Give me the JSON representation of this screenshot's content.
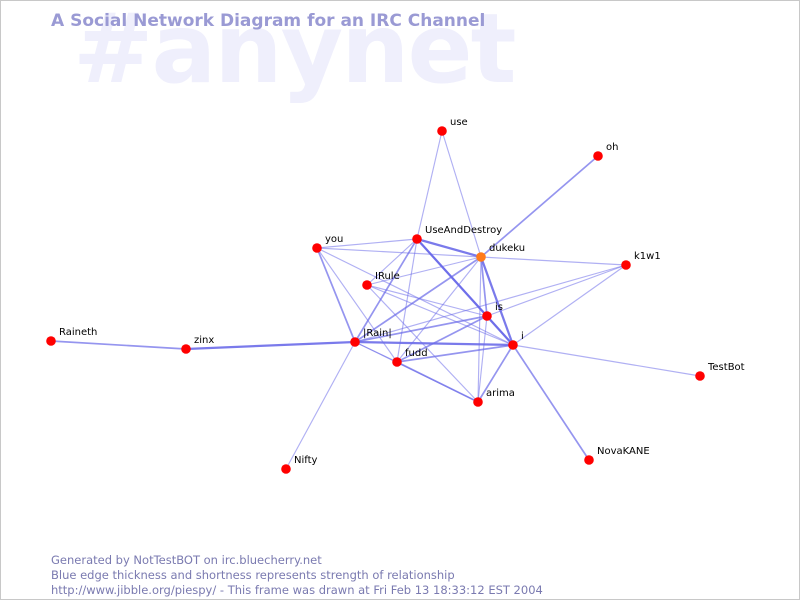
{
  "watermark": "#anynet",
  "title": "A Social Network Diagram for an IRC Channel",
  "footer": {
    "line1": "Generated by NotTestBOT on irc.bluecherry.net",
    "line2": "Blue edge thickness and shortness represents strength of relationship",
    "line3": "http://www.jibble.org/piespy/ - This frame was drawn at Fri Feb 13 18:33:12 EST 2004"
  },
  "colors": {
    "node": "#ff0000",
    "node_active": "#ff7a1a",
    "edge": "#6a6ae8",
    "title": "#9a9ad4",
    "watermark": "#efeffc",
    "footer": "#7a7ab0"
  },
  "nodes": [
    {
      "id": "use",
      "label": "use"
    },
    {
      "id": "oh",
      "label": "oh"
    },
    {
      "id": "useanddestroy",
      "label": "UseAndDestroy"
    },
    {
      "id": "dukeku",
      "label": "dukeku",
      "active": true
    },
    {
      "id": "you",
      "label": "you"
    },
    {
      "id": "k1w1",
      "label": "k1w1"
    },
    {
      "id": "irule",
      "label": "IRule"
    },
    {
      "id": "is",
      "label": "is"
    },
    {
      "id": "raineth",
      "label": "Raineth"
    },
    {
      "id": "zinx",
      "label": "zinx"
    },
    {
      "id": "irain",
      "label": "|Rain|"
    },
    {
      "id": "i",
      "label": "i"
    },
    {
      "id": "fudd",
      "label": "fudd"
    },
    {
      "id": "testbot",
      "label": "TestBot"
    },
    {
      "id": "arima",
      "label": "arima"
    },
    {
      "id": "nifty",
      "label": "Nifty"
    },
    {
      "id": "novakane",
      "label": "NovaKANE"
    }
  ],
  "edges": [
    {
      "from": "raineth",
      "to": "zinx",
      "weight": 2
    },
    {
      "from": "zinx",
      "to": "irain",
      "weight": 3
    },
    {
      "from": "use",
      "to": "useanddestroy",
      "weight": 1
    },
    {
      "from": "use",
      "to": "dukeku",
      "weight": 1
    },
    {
      "from": "oh",
      "to": "dukeku",
      "weight": 2
    },
    {
      "from": "useanddestroy",
      "to": "dukeku",
      "weight": 3
    },
    {
      "from": "useanddestroy",
      "to": "you",
      "weight": 1
    },
    {
      "from": "useanddestroy",
      "to": "irain",
      "weight": 2
    },
    {
      "from": "useanddestroy",
      "to": "is",
      "weight": 2
    },
    {
      "from": "useanddestroy",
      "to": "i",
      "weight": 3
    },
    {
      "from": "useanddestroy",
      "to": "irule",
      "weight": 1
    },
    {
      "from": "useanddestroy",
      "to": "fudd",
      "weight": 1
    },
    {
      "from": "dukeku",
      "to": "you",
      "weight": 1
    },
    {
      "from": "dukeku",
      "to": "k1w1",
      "weight": 1
    },
    {
      "from": "dukeku",
      "to": "irule",
      "weight": 1
    },
    {
      "from": "dukeku",
      "to": "irain",
      "weight": 2
    },
    {
      "from": "dukeku",
      "to": "is",
      "weight": 2
    },
    {
      "from": "dukeku",
      "to": "i",
      "weight": 3
    },
    {
      "from": "dukeku",
      "to": "fudd",
      "weight": 1
    },
    {
      "from": "dukeku",
      "to": "arima",
      "weight": 1
    },
    {
      "from": "you",
      "to": "irain",
      "weight": 2
    },
    {
      "from": "you",
      "to": "i",
      "weight": 1
    },
    {
      "from": "you",
      "to": "fudd",
      "weight": 1
    },
    {
      "from": "k1w1",
      "to": "irain",
      "weight": 1
    },
    {
      "from": "k1w1",
      "to": "i",
      "weight": 1
    },
    {
      "from": "k1w1",
      "to": "is",
      "weight": 1
    },
    {
      "from": "irule",
      "to": "is",
      "weight": 1
    },
    {
      "from": "irule",
      "to": "i",
      "weight": 1
    },
    {
      "from": "irule",
      "to": "arima",
      "weight": 1
    },
    {
      "from": "irain",
      "to": "is",
      "weight": 2
    },
    {
      "from": "irain",
      "to": "i",
      "weight": 3
    },
    {
      "from": "irain",
      "to": "fudd",
      "weight": 1
    },
    {
      "from": "irain",
      "to": "arima",
      "weight": 1
    },
    {
      "from": "irain",
      "to": "nifty",
      "weight": 1
    },
    {
      "from": "is",
      "to": "i",
      "weight": 2
    },
    {
      "from": "is",
      "to": "fudd",
      "weight": 2
    },
    {
      "from": "is",
      "to": "arima",
      "weight": 1
    },
    {
      "from": "i",
      "to": "fudd",
      "weight": 2
    },
    {
      "from": "i",
      "to": "arima",
      "weight": 2
    },
    {
      "from": "i",
      "to": "testbot",
      "weight": 1
    },
    {
      "from": "i",
      "to": "novakane",
      "weight": 2
    },
    {
      "from": "fudd",
      "to": "arima",
      "weight": 2
    }
  ]
}
